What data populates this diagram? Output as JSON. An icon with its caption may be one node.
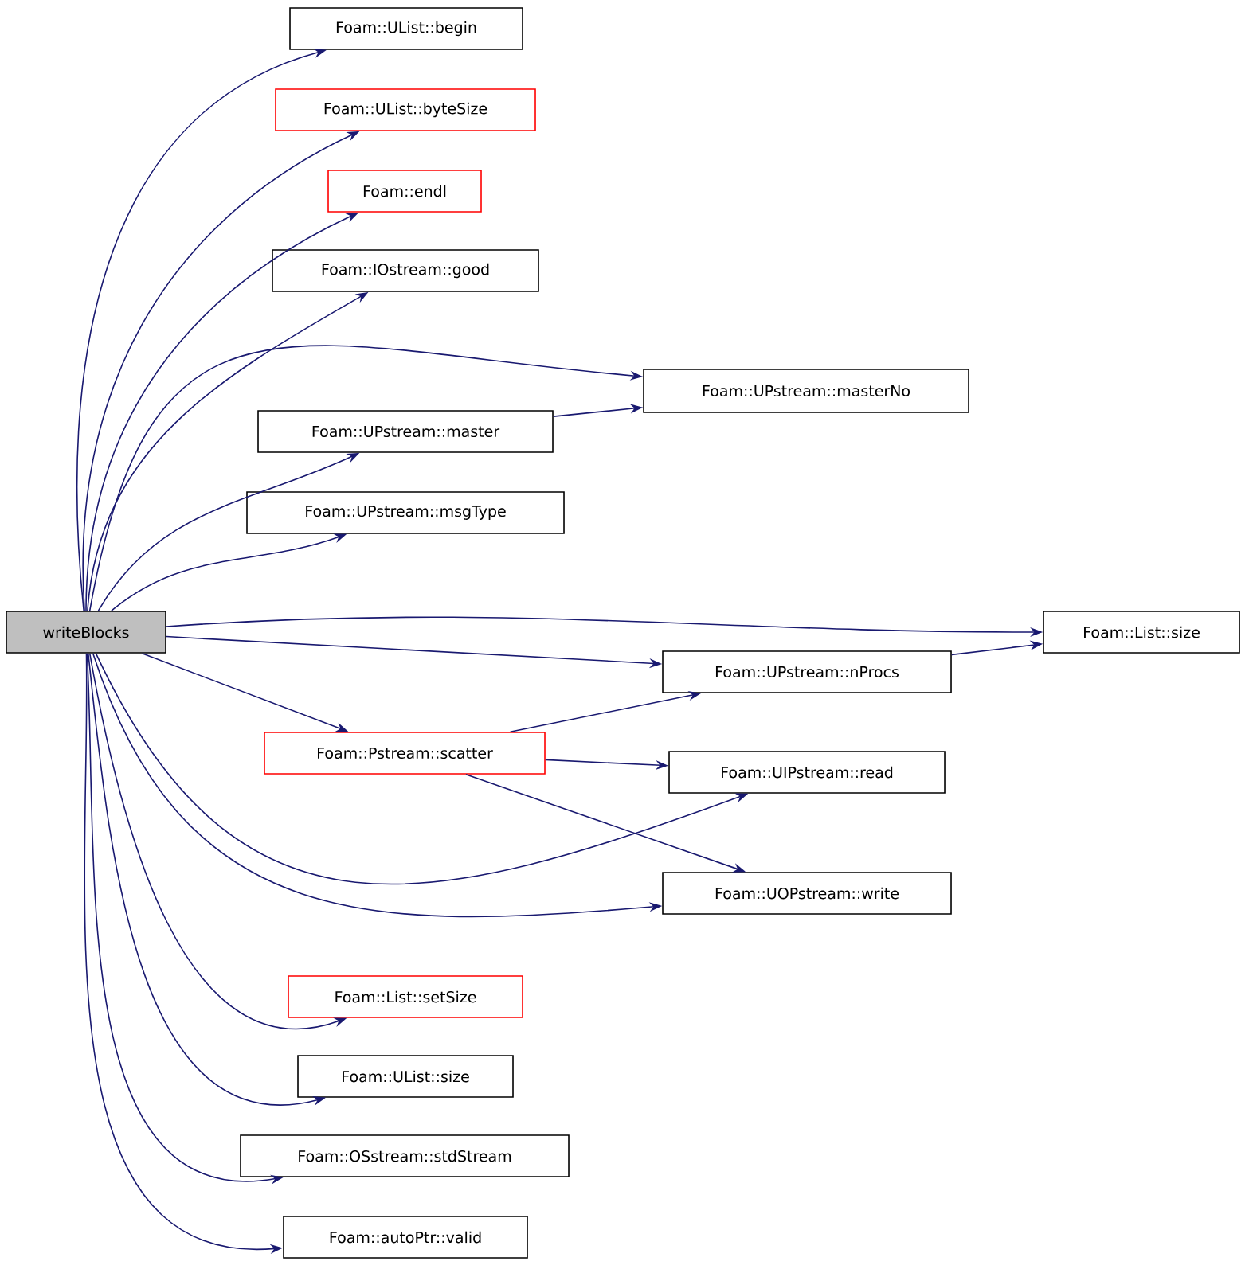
{
  "diagram": {
    "nodes": [
      {
        "text": [
          "writeBlocks"
        ]
      },
      {
        "text": [
          "Foam::UList::begin"
        ]
      },
      {
        "text": [
          "Foam::UList::byteSize"
        ]
      },
      {
        "text": [
          "Foam::endl"
        ]
      },
      {
        "text": [
          "Foam::IOstream::good"
        ]
      },
      {
        "text": [
          "Foam::UPstream::masterNo"
        ]
      },
      {
        "text": [
          "Foam::UPstream::master"
        ]
      },
      {
        "text": [
          "Foam::UPstream::msgType"
        ]
      },
      {
        "text": [
          "Foam::List::size"
        ]
      },
      {
        "text": [
          "Foam::UPstream::nProcs"
        ]
      },
      {
        "text": [
          "Foam::Pstream::scatter"
        ]
      },
      {
        "text": [
          "Foam::UIPstream::read"
        ]
      },
      {
        "text": [
          "Foam::UOPstream::write"
        ]
      },
      {
        "text": [
          "Foam::List::setSize"
        ]
      },
      {
        "text": [
          "Foam::UList::size"
        ]
      },
      {
        "text": [
          "Foam::OSstream::stdStream"
        ]
      },
      {
        "text": [
          "Foam::autoPtr::valid"
        ]
      }
    ],
    "edges": [
      {
        "from": 0,
        "to": 1,
        "arrow": "to"
      },
      {
        "from": 0,
        "to": 2,
        "arrow": "to"
      },
      {
        "from": 0,
        "to": 3,
        "arrow": "to"
      },
      {
        "from": 0,
        "to": 4,
        "arrow": "to"
      },
      {
        "from": 0,
        "to": 5,
        "arrow": "to"
      },
      {
        "from": 0,
        "to": 6,
        "arrow": "to"
      },
      {
        "from": 0,
        "to": 7,
        "arrow": "to"
      },
      {
        "from": 0,
        "to": 8,
        "arrow": "to"
      },
      {
        "from": 0,
        "to": 9,
        "arrow": "to"
      },
      {
        "from": 0,
        "to": 10,
        "arrow": "to"
      },
      {
        "from": 0,
        "to": 11,
        "arrow": "to"
      },
      {
        "from": 0,
        "to": 12,
        "arrow": "to"
      },
      {
        "from": 0,
        "to": 13,
        "arrow": "to"
      },
      {
        "from": 0,
        "to": 14,
        "arrow": "to"
      },
      {
        "from": 0,
        "to": 15,
        "arrow": "to"
      },
      {
        "from": 0,
        "to": 16,
        "arrow": "to"
      },
      {
        "from": 6,
        "to": 5,
        "arrow": "to"
      },
      {
        "from": 9,
        "to": 8,
        "arrow": "to"
      },
      {
        "from": 10,
        "to": 9,
        "arrow": "to"
      },
      {
        "from": 10,
        "to": 11,
        "arrow": "to"
      },
      {
        "from": 10,
        "to": 12,
        "arrow": "to"
      }
    ]
  }
}
